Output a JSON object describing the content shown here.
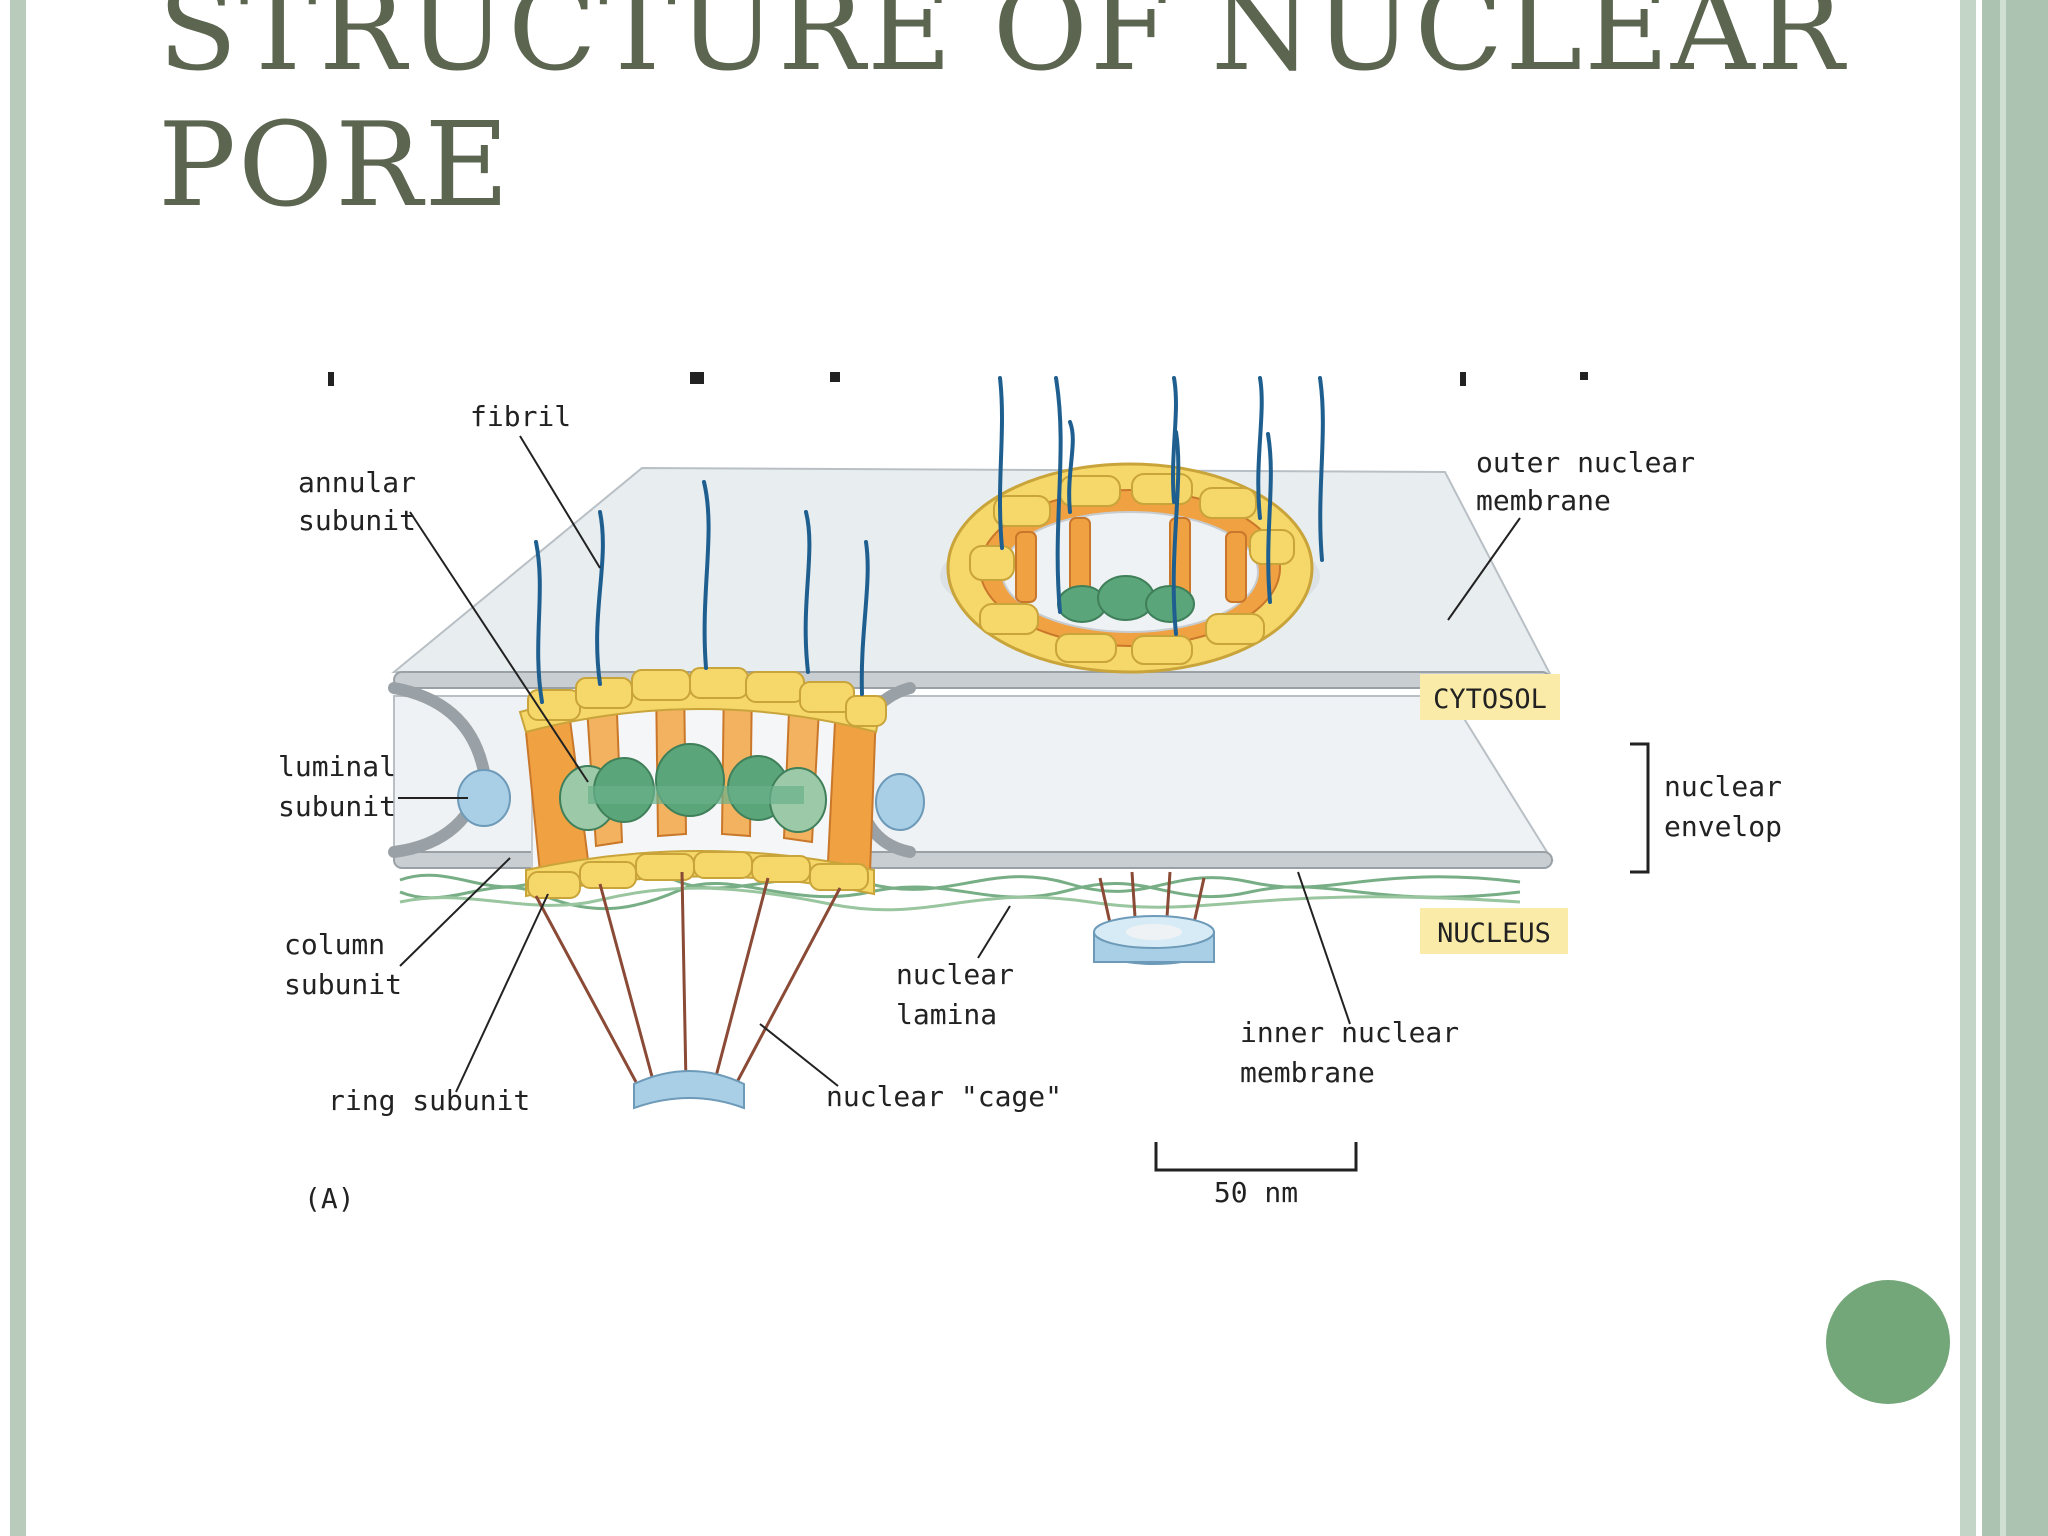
{
  "slide": {
    "title": "Structure of Nuclear Pore",
    "colors": {
      "frame": "#b9ccbc",
      "title": "#5b6550",
      "accent_dot": "#73a678"
    }
  },
  "figure": {
    "labels": {
      "fibril": "fibril",
      "annular_1": "annular",
      "annular_2": "subunit",
      "luminal_1": "luminal",
      "luminal_2": "subunit",
      "column_1": "column",
      "column_2": "subunit",
      "ring": "ring subunit",
      "outer_1": "outer nuclear",
      "outer_2": "membrane",
      "cytosol": "CYTOSOL",
      "envelope_1": "nuclear",
      "envelope_2": "envelop",
      "nucleus": "NUCLEUS",
      "lamina_1": "nuclear",
      "lamina_2": "lamina",
      "cage": "nuclear \"cage\"",
      "inner_1": "inner nuclear",
      "inner_2": "membrane",
      "scale": "50 nm",
      "panel": "(A)"
    },
    "colors": {
      "membrane": "#e8edf0",
      "membrane_edge": "#9aa1a6",
      "ring_yellow": "#f6d76a",
      "column_orange": "#f0a142",
      "granule_green": "#5aa57a",
      "fibril_blue": "#1f5f8f",
      "cage_brown": "#8a4a36",
      "lamina_green": "#6aa678",
      "luminal_blue": "#a9cfe6",
      "badge_yellow": "#fbeba8"
    }
  }
}
